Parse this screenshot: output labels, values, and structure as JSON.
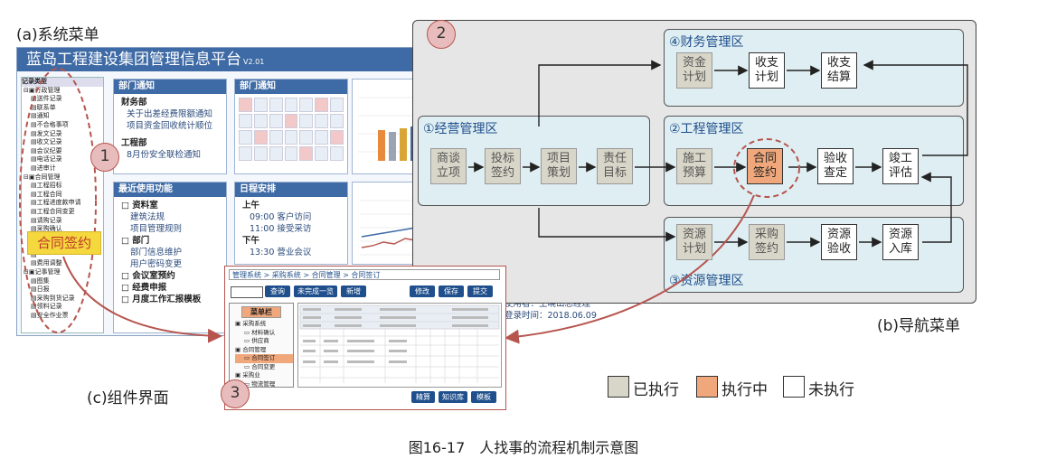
{
  "labels": {
    "a": "(a)系统菜单",
    "b": "(b)导航菜单",
    "c": "(c)组件界面",
    "caption": "图16-17　人找事的流程机制示意图"
  },
  "circles": {
    "one": "1",
    "two": "2",
    "three": "3"
  },
  "system_menu": {
    "title": "蓝岛工程建设集团管理信息平台",
    "version": "V2.01",
    "tree_header": "记录类型",
    "tree_items": [
      "行政管理",
      "送件记录",
      "联系单",
      "通知",
      "不合格事项",
      "发文记录",
      "收文记录",
      "会议纪要",
      "电话记录",
      "进审计",
      "合同管理",
      "工程招标",
      "工程合同",
      "工程进度款申请",
      "工程合同变更",
      "请购记录",
      "采购确认",
      "",
      "",
      "",
      "费用调整",
      "记事管理",
      "图集",
      "日报",
      "采购到货记录",
      "领料记录",
      "安全作业票"
    ],
    "highlight": "合同签约",
    "dept_notice_title": "部门通知",
    "finance_dept": "财务部",
    "finance_items": [
      "关于出差经费限额通知",
      "项目资金回收统计顺位"
    ],
    "eng_dept": "工程部",
    "eng_items": [
      "8月份安全联检通知"
    ],
    "calendar_title": "部门通知",
    "recent_title": "最近使用功能",
    "recent_groups": [
      {
        "name": "资料室",
        "items": [
          "建筑法规",
          "项目管理规则"
        ]
      },
      {
        "name": "部门",
        "items": [
          "部门信息维护",
          "用户密码变更"
        ]
      },
      {
        "name": "会议室预约",
        "items": []
      },
      {
        "name": "经费申报",
        "items": []
      },
      {
        "name": "月度工作汇报模板",
        "items": []
      }
    ],
    "schedule_title": "日程安排",
    "am": "上午",
    "am_items": [
      "09:00 客户访问",
      "11:00 接受采访"
    ],
    "pm": "下午",
    "pm_items": [
      "13:30 营业会议"
    ],
    "user_line1": "使用者：王晓山总经理",
    "user_line2": "登录时间：2018.06.09"
  },
  "nav_menu": {
    "zone_finance": "④财务管理区",
    "zone_business": "①经营管理区",
    "zone_engineering": "②工程管理区",
    "zone_resource": "③资源管理区",
    "finance_boxes": [
      "资金计划",
      "收支计划",
      "收支结算"
    ],
    "business_boxes": [
      "商谈立项",
      "投标签约",
      "项目策划",
      "责任目标"
    ],
    "engineering_boxes": [
      "施工预算",
      "合同签约",
      "验收查定",
      "竣工评估"
    ],
    "resource_boxes": [
      "资源计划",
      "采购签约",
      "资源验收",
      "资源入库"
    ]
  },
  "component": {
    "breadcrumb": "管理系统 > 采购系统 > 合同管理 > 合同签订",
    "btn_query": "查询",
    "btn_unfinished": "未完成一览",
    "btn_new": "新增",
    "btn_edit": "修改",
    "btn_save": "保存",
    "btn_submit": "提交",
    "menu_title": "菜单栏",
    "menu_items": [
      "采购系统",
      "材料确认",
      "供应商",
      "合同管理",
      "合同签订",
      "合同变更",
      "采购业",
      "物流管理"
    ],
    "btn_calc": "精算",
    "btn_knowledge": "知识库",
    "btn_template": "模板"
  },
  "legend": {
    "done": "已执行",
    "doing": "执行中",
    "todo": "未执行"
  },
  "colors": {
    "done": "#d8d6c8",
    "doing": "#f0a77b",
    "todo": "#ffffff",
    "accent": "#b6554e",
    "header": "#3e6aa5"
  }
}
